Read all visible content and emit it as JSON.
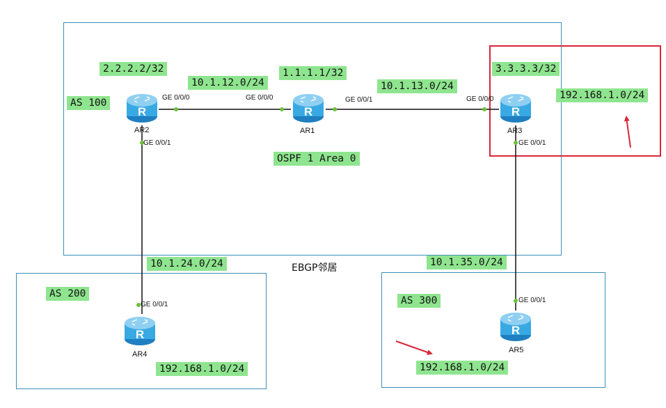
{
  "networks": {
    "as100": "AS 100",
    "as200": "AS 200",
    "as300": "AS 300",
    "ospf": "OSPF 1 Area 0",
    "ebgp": "EBGP邻居",
    "lo_ar2": "2.2.2.2/32",
    "lo_ar1": "1.1.1.1/32",
    "lo_ar3": "3.3.3.3/32",
    "link_12": "10.1.12.0/24",
    "link_13": "10.1.13.0/24",
    "link_24": "10.1.24.0/24",
    "link_35": "10.1.35.0/24",
    "lan_ar3": "192.168.1.0/24",
    "lan_ar4": "192.168.1.0/24",
    "lan_ar5": "192.168.1.0/24"
  },
  "routers": {
    "ar1": "AR1",
    "ar2": "AR2",
    "ar3": "AR3",
    "ar4": "AR4",
    "ar5": "AR5",
    "icon_letter": "R"
  },
  "ports": {
    "ar2_g000": "GE 0/0/0",
    "ar2_g001": "GE 0/0/1",
    "ar1_g000": "GE 0/0/0",
    "ar1_g001": "GE 0/0/1",
    "ar3_g000": "GE 0/0/0",
    "ar3_g001": "GE 0/0/1",
    "ar4_g001": "GE 0/0/1",
    "ar5_g001": "GE 0/0/1"
  },
  "colors": {
    "label_bg": "#8fe58f",
    "area_border": "#3a8fb7",
    "highlight": "#d9263a",
    "link_dot": "#6cc23a",
    "router_body": "#39a9e3"
  }
}
